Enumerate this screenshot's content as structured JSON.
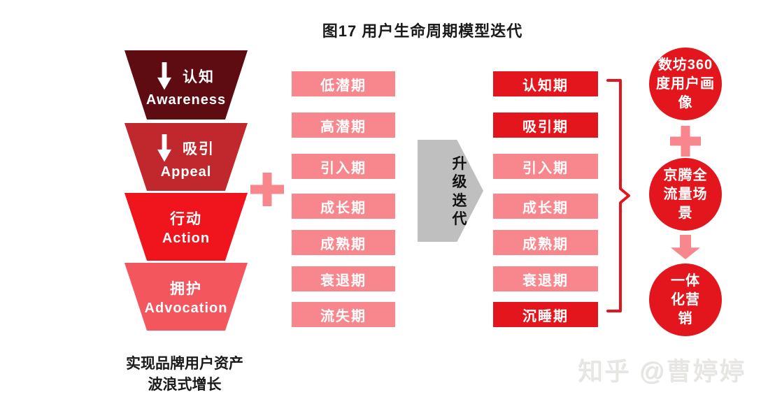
{
  "title": "图17 用户生命周期模型迭代",
  "funnel": {
    "stages": [
      {
        "zh": "认知",
        "en": "Awareness",
        "color": "#5E0C11",
        "has_down_arrow": true
      },
      {
        "zh": "吸引",
        "en": "Appeal",
        "color": "#C0282E",
        "has_down_arrow": true
      },
      {
        "zh": "行动",
        "en": "Action",
        "color": "#F0141D",
        "has_down_arrow": false
      },
      {
        "zh": "拥护",
        "en": "Advocation",
        "color": "#F4565E",
        "has_down_arrow": false
      }
    ],
    "caption_lines": [
      "实现品牌用户资产",
      "波浪式增长"
    ]
  },
  "old_model": {
    "items": [
      "低潜期",
      "高潜期",
      "引入期",
      "成长期",
      "成熟期",
      "衰退期",
      "流失期"
    ]
  },
  "transition_arrow": {
    "label": "升级迭代"
  },
  "new_model": {
    "items": [
      {
        "label": "认知期",
        "highlight": true
      },
      {
        "label": "吸引期",
        "highlight": true
      },
      {
        "label": "引入期",
        "highlight": false
      },
      {
        "label": "成长期",
        "highlight": false
      },
      {
        "label": "成熟期",
        "highlight": false
      },
      {
        "label": "衰退期",
        "highlight": false
      },
      {
        "label": "沉睡期",
        "highlight": true
      }
    ]
  },
  "right_flow": {
    "circle1": "数坊360度用户画像",
    "circle1_lines": [
      "数坊360",
      "度用户画",
      "像"
    ],
    "circle2": "京腾全流量场景",
    "circle2_lines": [
      "京腾全",
      "流量场",
      "景"
    ],
    "circle3": "一体化营销",
    "circle3_lines": [
      "一体",
      "化营",
      "销"
    ]
  },
  "watermark": "知乎 @曹婷婷",
  "colors": {
    "funnel1": "#5E0C11",
    "funnel2": "#C0282E",
    "funnel3": "#F0141D",
    "funnel4": "#F4565E",
    "pink": "#F8868D",
    "red": "#E2161C",
    "gray": "#BFBFBF",
    "ink": "#1A1A1A",
    "wm": "#E9E7E3"
  }
}
